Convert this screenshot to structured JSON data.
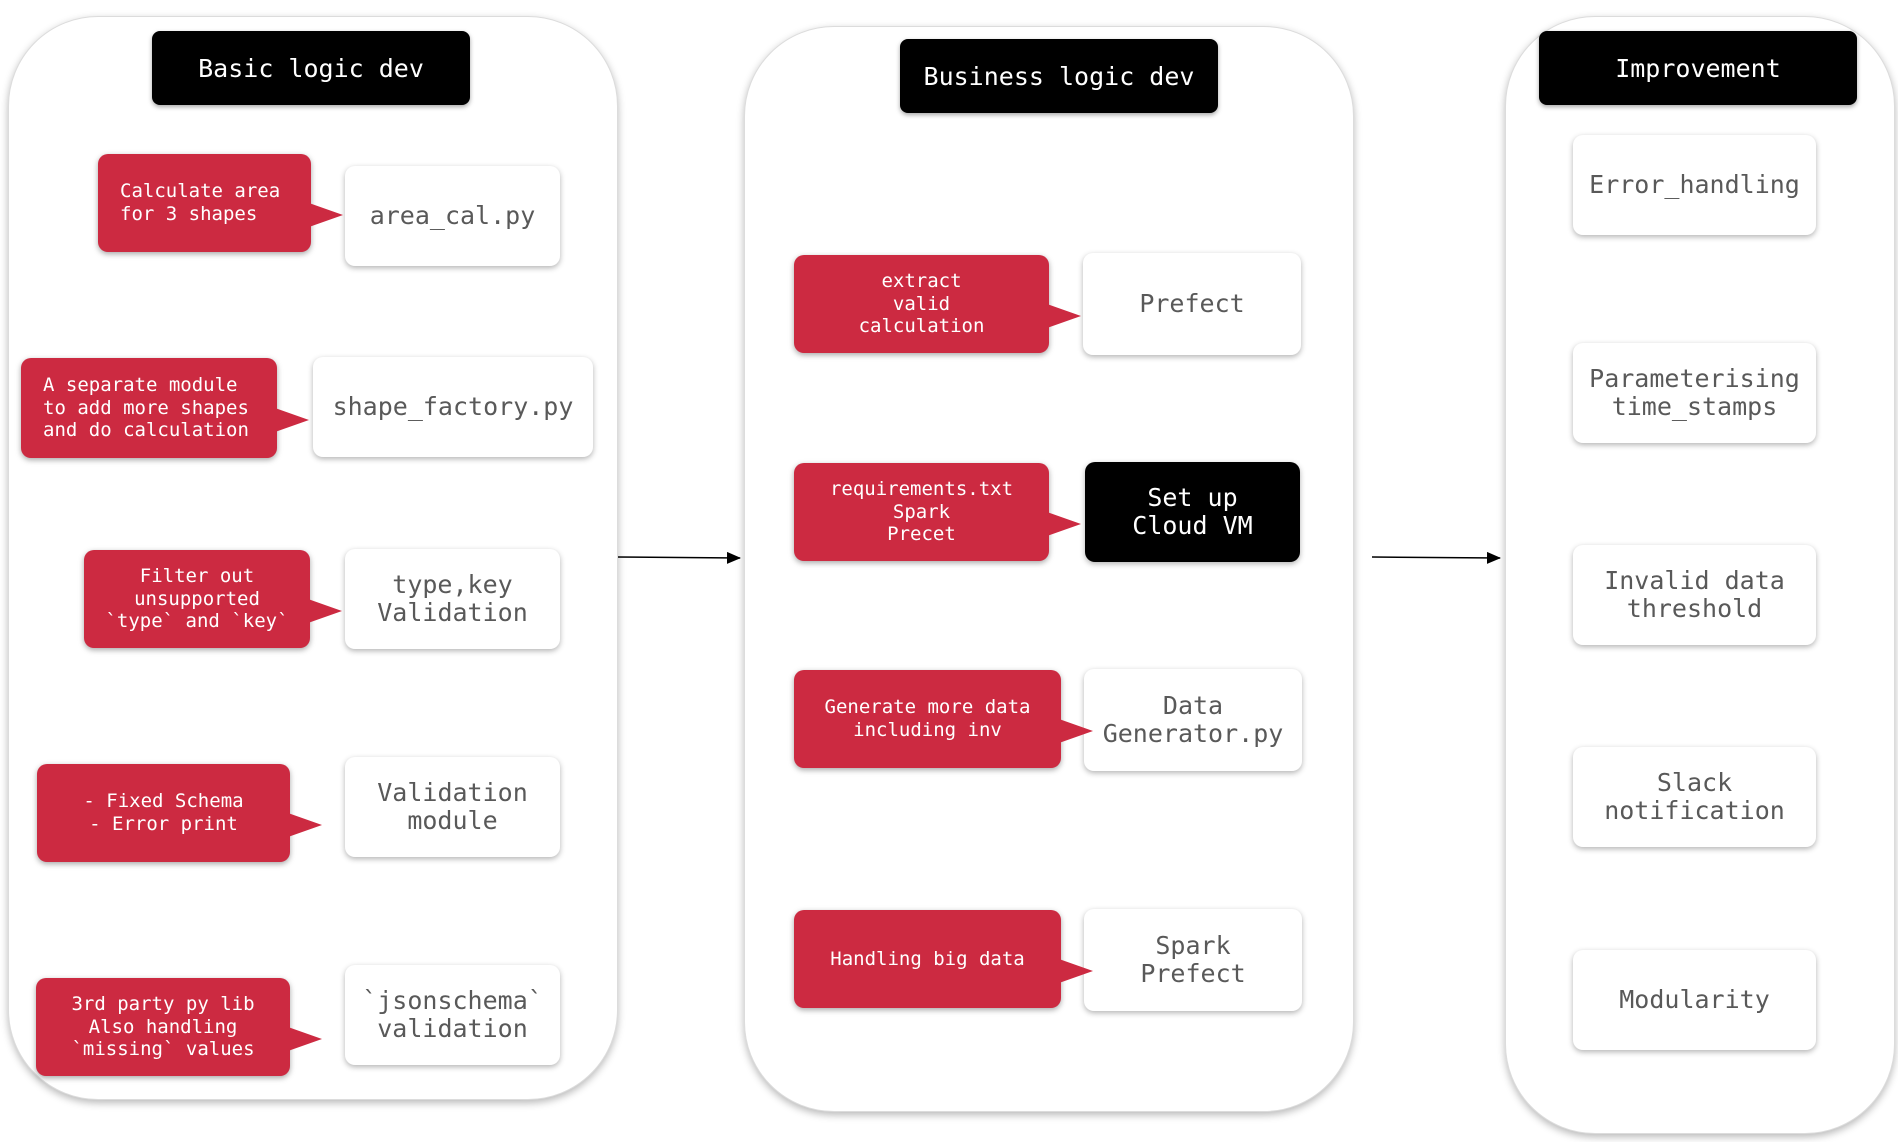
{
  "columns": [
    {
      "title": "Basic logic dev",
      "nodes": [
        {
          "label": "area_cal.py",
          "note": "Calculate area\nfor 3 shapes"
        },
        {
          "label": "shape_factory.py",
          "note": "A separate module\nto add more shapes\nand do calculation"
        },
        {
          "label": "type,key\nValidation",
          "note": "Filter out\nunsupported\n`type` and `key`"
        },
        {
          "label": "Validation\nmodule",
          "note": "- Fixed Schema\n- Error print"
        },
        {
          "label": "`jsonschema`\nvalidation",
          "note": "3rd party py lib\nAlso handling\n`missing` values"
        }
      ]
    },
    {
      "title": "Business logic dev",
      "nodes": [
        {
          "label": "Prefect",
          "note": "extract\nvalid\ncalculation"
        },
        {
          "label": "Set up\nCloud VM",
          "note": "requirements.txt\nSpark\nPrecet"
        },
        {
          "label": "Data\nGenerator.py",
          "note": "Generate more data\nincluding inv"
        },
        {
          "label": "Spark\nPrefect",
          "note": "Handling big data"
        }
      ]
    },
    {
      "title": "Improvement",
      "nodes": [
        {
          "label": "Error_handling"
        },
        {
          "label": "Parameterising\ntime_stamps"
        },
        {
          "label": "Invalid data\nthreshold"
        },
        {
          "label": "Slack\nnotification"
        },
        {
          "label": "Modularity"
        }
      ]
    }
  ],
  "colors": {
    "callout": "#cc2a41",
    "header": "#000000",
    "node_text": "#595959",
    "connector": "#aaaaaa"
  }
}
